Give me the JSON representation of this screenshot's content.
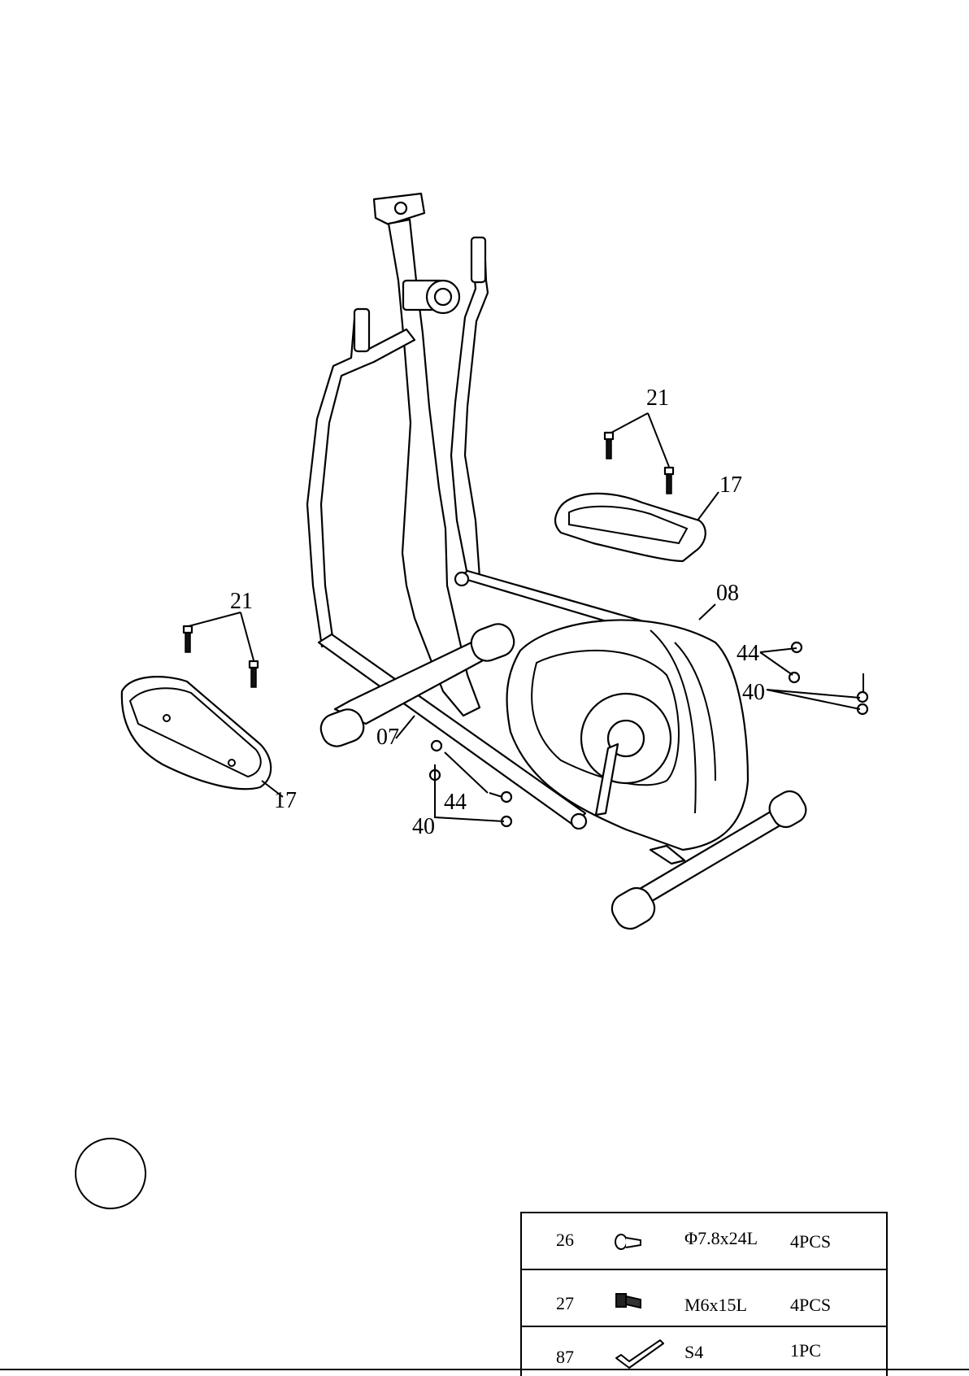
{
  "labels": {
    "p21_right": "21",
    "p17_right": "17",
    "p08": "08",
    "p44_right": "44",
    "p40_right": "40",
    "p21_left": "21",
    "p07": "07",
    "p17_left": "17",
    "p44_left": "44",
    "p40_left": "40"
  },
  "hardware": [
    {
      "part": "26",
      "size": "Φ7.8x24L",
      "qty": "4PCS",
      "icon": "screw-icon"
    },
    {
      "part": "27",
      "size": "M6x15L",
      "qty": "4PCS",
      "icon": "bolt-icon"
    },
    {
      "part": "87",
      "size": "S4",
      "qty": "1PC",
      "icon": "allen-key-icon"
    }
  ]
}
